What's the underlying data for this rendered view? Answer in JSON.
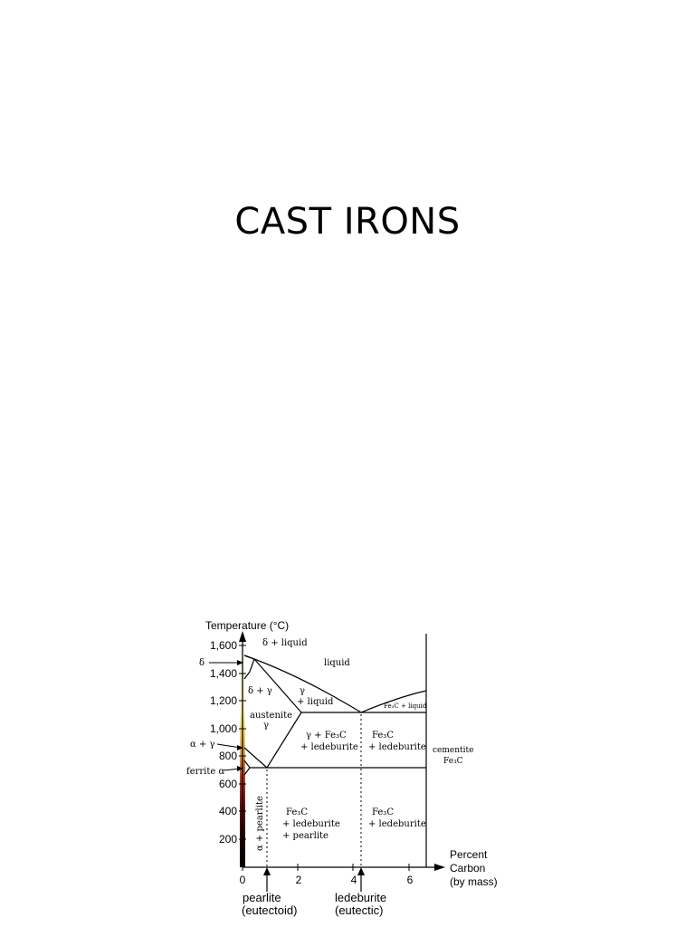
{
  "slide": {
    "title": "CAST IRONS"
  },
  "diagram": {
    "y_axis_label": "Temperature (°C)",
    "y_ticks": [
      "1,600",
      "1,400",
      "1,200",
      "1,000",
      "800",
      "600",
      "400",
      "200"
    ],
    "x_ticks": [
      "0",
      "2",
      "4",
      "6"
    ],
    "x_axis_label": [
      "Percent",
      "Carbon",
      "(by mass)"
    ],
    "left_labels": {
      "delta": "δ",
      "alpha_gamma": "α + γ",
      "ferrite": "ferrite α"
    },
    "regions": {
      "delta_liquid": "δ + liquid",
      "liquid": "liquid",
      "delta_gamma": "δ + γ",
      "gamma_liquid": [
        "γ",
        "+ liquid"
      ],
      "fe3c_liquid": "Fe₃C + liquid",
      "austenite": [
        "austenite",
        "γ"
      ],
      "gamma_fe3c_ledeburite": [
        "γ + Fe₃C",
        "+ ledeburite"
      ],
      "fe3c_ledeburite_upper": [
        "Fe₃C",
        "+ ledeburite"
      ],
      "cementite": [
        "cementite",
        "Fe₃C"
      ],
      "alpha_pearlite": "α + pearlite",
      "fe3c_ledeburite_pearlite": [
        "Fe₃C",
        "+ ledeburite",
        "+ pearlite"
      ],
      "fe3c_ledeburite_lower": [
        "Fe₃C",
        "+ ledeburite"
      ]
    },
    "callouts": {
      "pearlite": [
        "pearlite",
        "(eutectoid)"
      ],
      "ledeburite": [
        "ledeburite",
        "(eutectic)"
      ]
    }
  }
}
